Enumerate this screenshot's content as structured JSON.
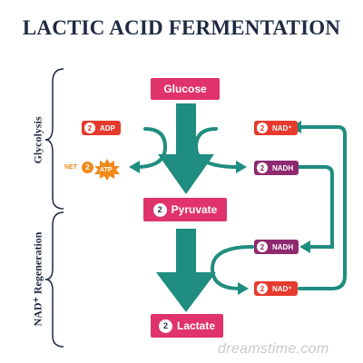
{
  "title": "LACTIC ACID FERMENTATION",
  "phases": {
    "glycolysis": "Glycolysis",
    "regeneration": "NAD⁺ Regeneration"
  },
  "main": {
    "glucose": "Glucose",
    "pyruvate": {
      "count": "2",
      "label": "Pyruvate"
    },
    "lactate": {
      "count": "2",
      "label": "Lactate"
    }
  },
  "side": {
    "adp": {
      "count": "2",
      "label": "ADP"
    },
    "atp": {
      "net": "NET",
      "count": "2",
      "label": "ATP"
    },
    "nad_top": {
      "count": "2",
      "label": "NAD⁺"
    },
    "nadh_top": {
      "count": "2",
      "label": "NADH"
    },
    "nadh_bottom": {
      "count": "2",
      "label": "NADH"
    },
    "nad_bottom": {
      "count": "2",
      "label": "NAD⁺"
    }
  },
  "watermark": "dreamstime.com",
  "colors": {
    "teal": "#1f8d7f",
    "pink": "#e0326b",
    "red": "#e63a2e",
    "purple": "#8e2a70",
    "orange": "#f08a1b",
    "navy": "#1f2a44"
  }
}
